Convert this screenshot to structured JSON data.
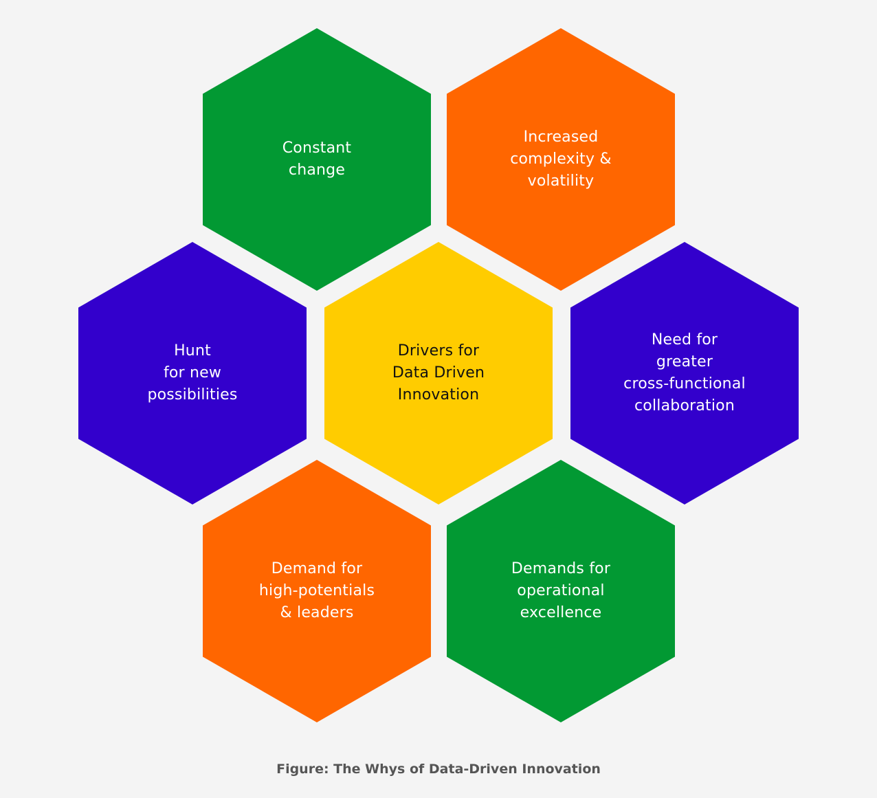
{
  "hexagons": [
    {
      "id": "top-left",
      "label": "Constant\nchange",
      "color": "#029933"
    },
    {
      "id": "top-right",
      "label": "Increased\ncomplexity &\nvolatility",
      "color": "#ff6600"
    },
    {
      "id": "mid-left",
      "label": "Hunt\nfor new\npossibilities",
      "color": "#3300cc"
    },
    {
      "id": "center",
      "label": "Drivers for\nData Driven\nInnovation",
      "color": "#ffcc00"
    },
    {
      "id": "mid-right",
      "label": "Need for\ngreater\ncross-functional\ncollaboration",
      "color": "#3300cc"
    },
    {
      "id": "bottom-left",
      "label": "Demand for\nhigh-potentials\n& leaders",
      "color": "#ff6600"
    },
    {
      "id": "bottom-right",
      "label": "Demands for\noperational\nexcellence",
      "color": "#029933"
    }
  ],
  "caption": "Figure:  The Whys of Data-Driven Innovation"
}
